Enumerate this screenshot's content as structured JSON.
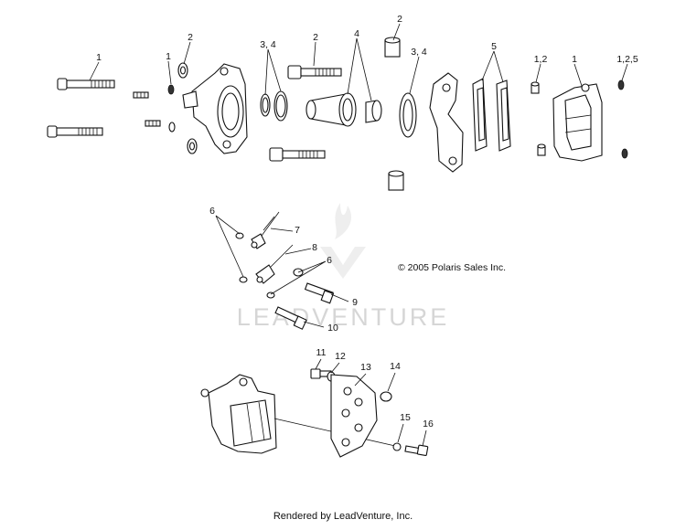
{
  "diagram": {
    "callouts": [
      {
        "key": "c_tl_1a",
        "text": "1"
      },
      {
        "key": "c_tl_1b",
        "text": "1"
      },
      {
        "key": "c_tl_2a",
        "text": "2"
      },
      {
        "key": "c_tl_34a",
        "text": "3, 4"
      },
      {
        "key": "c_tl_2b",
        "text": "2"
      },
      {
        "key": "c_tl_4",
        "text": "4"
      },
      {
        "key": "c_tl_2c",
        "text": "2"
      },
      {
        "key": "c_tl_34b",
        "text": "3, 4"
      },
      {
        "key": "c_tl_5",
        "text": "5"
      },
      {
        "key": "c_tl_12",
        "text": "1,2"
      },
      {
        "key": "c_tl_1c",
        "text": "1"
      },
      {
        "key": "c_tl_125",
        "text": "1,2,5"
      },
      {
        "key": "c_m_6a",
        "text": "6"
      },
      {
        "key": "c_m_7",
        "text": "7"
      },
      {
        "key": "c_m_8",
        "text": "8"
      },
      {
        "key": "c_m_6b",
        "text": "6"
      },
      {
        "key": "c_m_9",
        "text": "9"
      },
      {
        "key": "c_m_10",
        "text": "10"
      },
      {
        "key": "c_b_11",
        "text": "11"
      },
      {
        "key": "c_b_12",
        "text": "12"
      },
      {
        "key": "c_b_13",
        "text": "13"
      },
      {
        "key": "c_b_14",
        "text": "14"
      },
      {
        "key": "c_b_15",
        "text": "15"
      },
      {
        "key": "c_b_16",
        "text": "16"
      }
    ],
    "copyright": "© 2005 Polaris Sales Inc.",
    "watermark": "LEADVENTURE",
    "footer": "Rendered by LeadVenture, Inc."
  }
}
